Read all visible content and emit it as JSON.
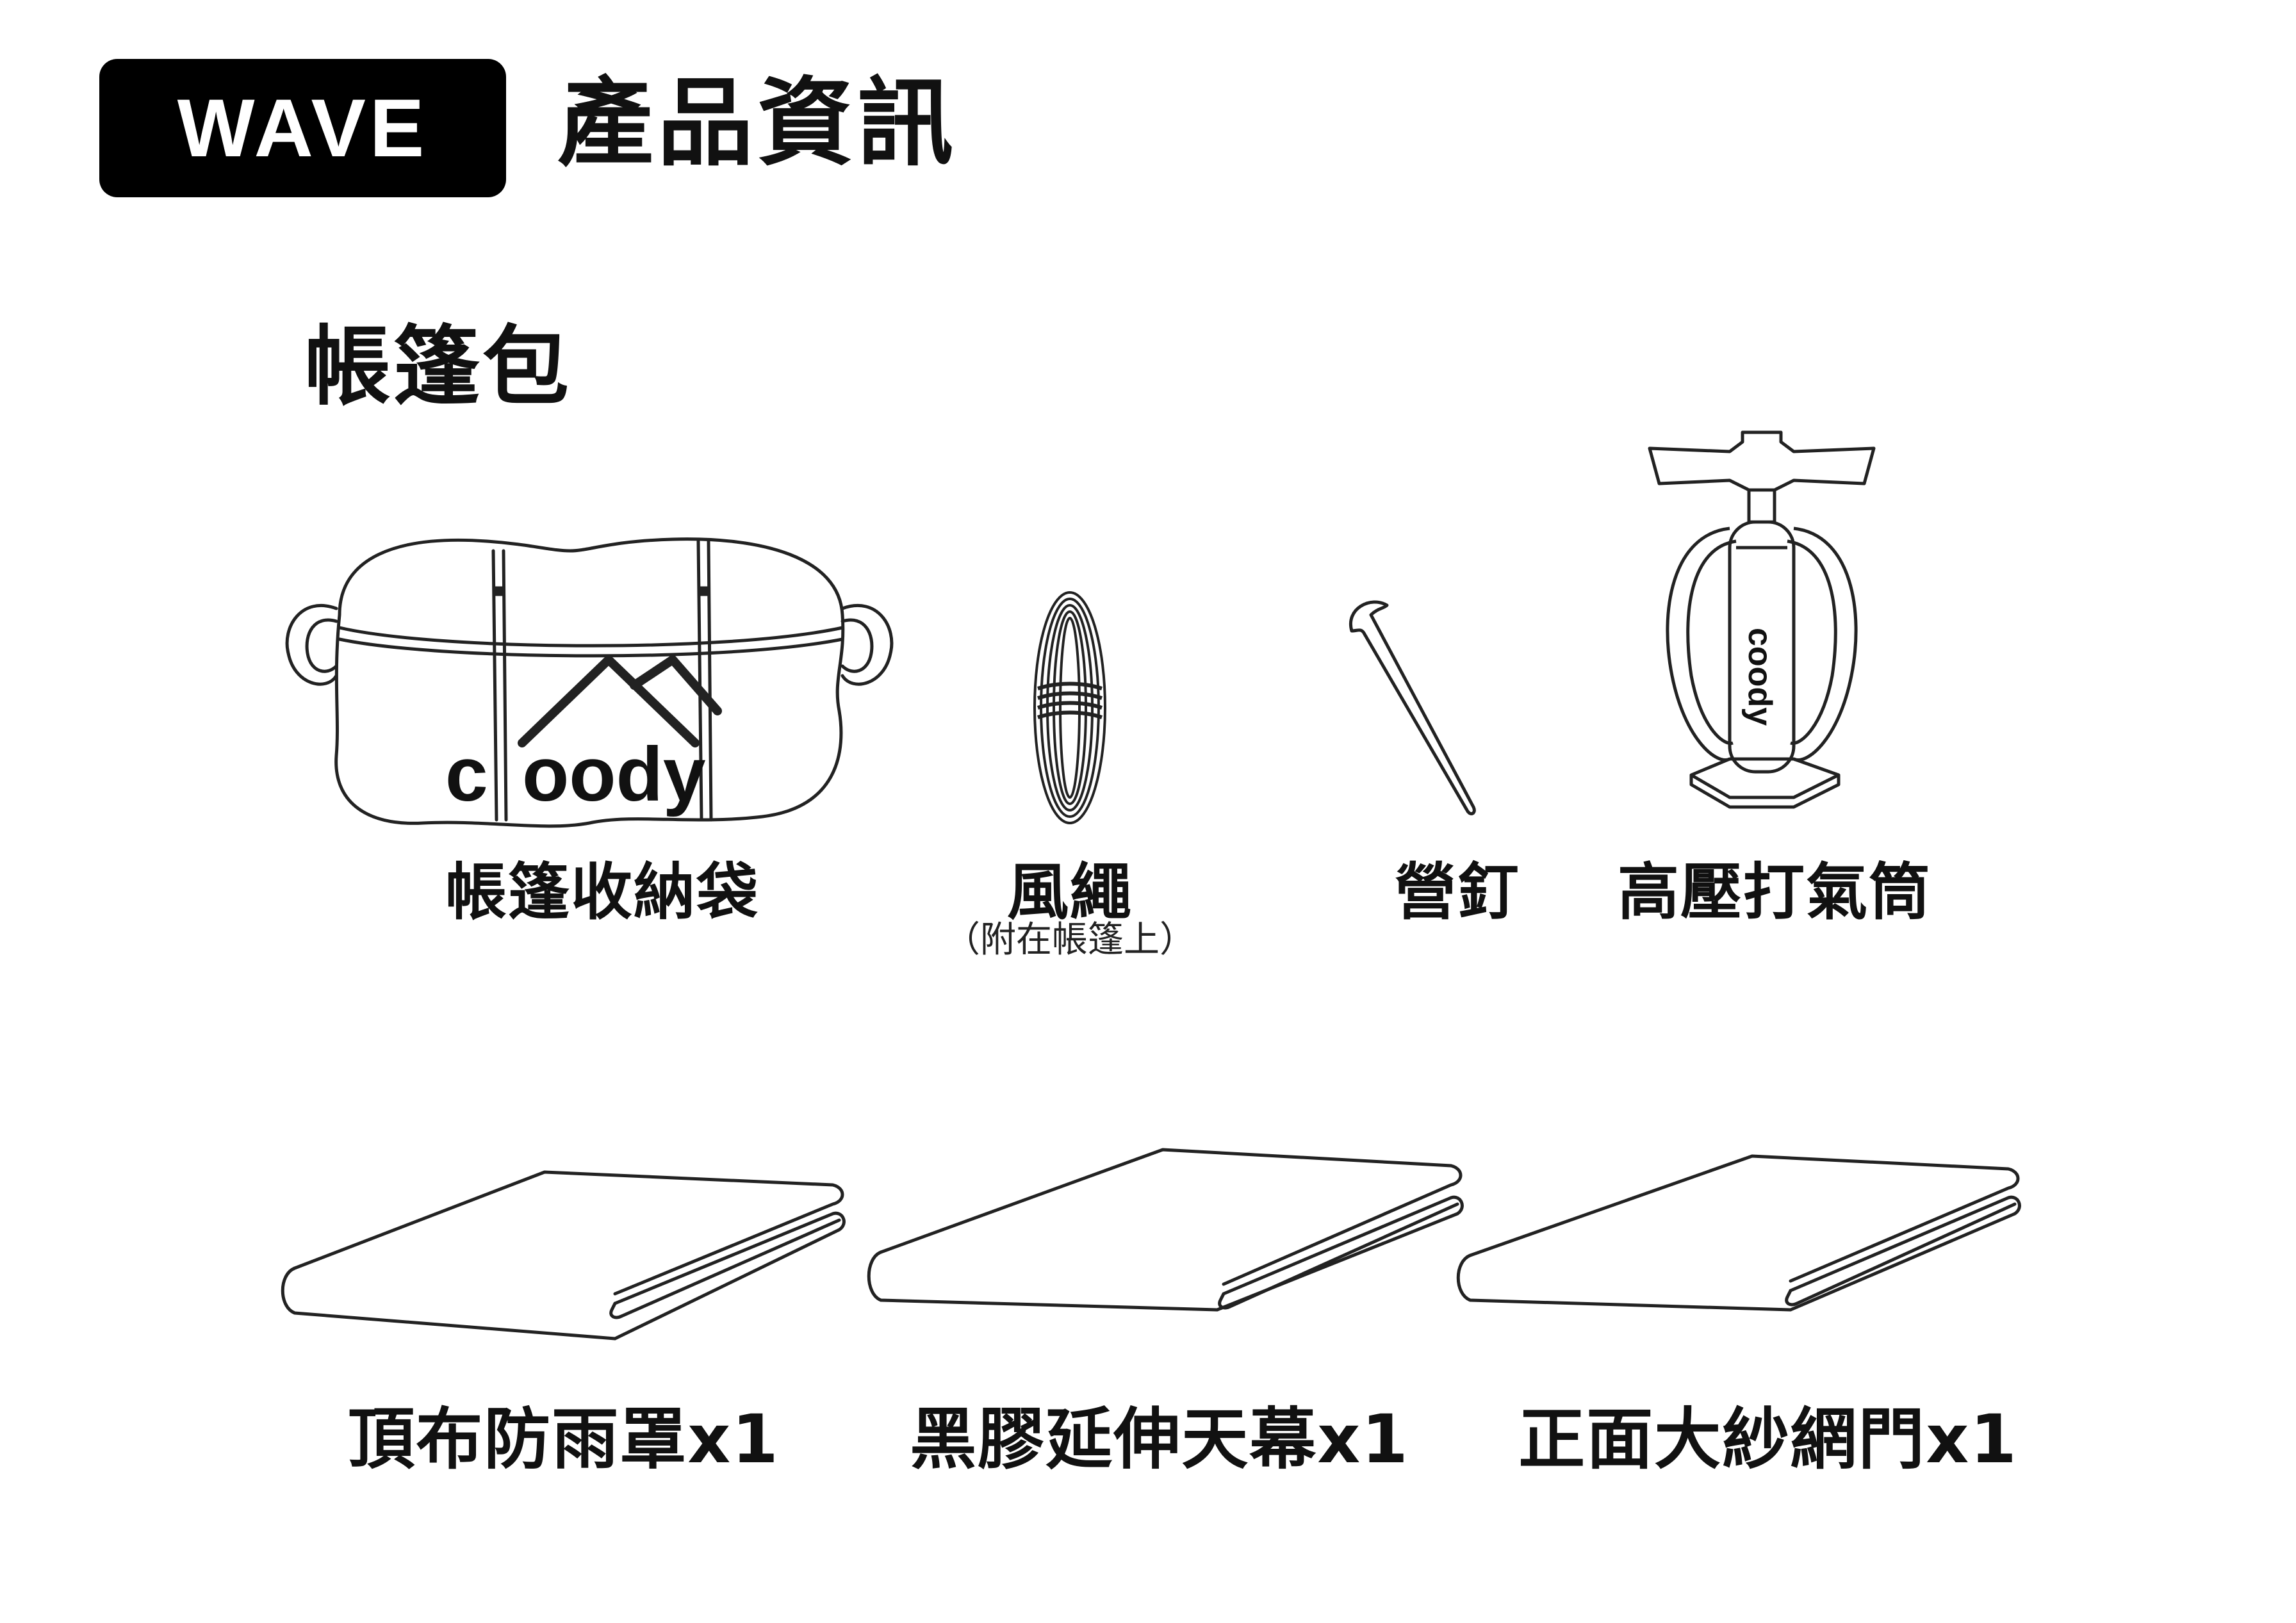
{
  "header": {
    "badge": "WAVE",
    "title": "產品資訊"
  },
  "section": {
    "title": "帳篷包"
  },
  "accessories": [
    {
      "label": "帳篷收納袋",
      "icon": "storage-bag-icon",
      "brand": "coody"
    },
    {
      "label": "風繩",
      "sublabel": "（附在帳篷上）",
      "icon": "guy-rope-icon"
    },
    {
      "label": "營釘",
      "icon": "tent-stake-icon"
    },
    {
      "label": "高壓打氣筒",
      "icon": "air-pump-icon",
      "brand": "coody"
    }
  ],
  "fabrics": [
    {
      "label": "頂布防雨罩x1",
      "icon": "folded-fabric-icon"
    },
    {
      "label": "黑膠延伸天幕x1",
      "icon": "folded-fabric-icon"
    },
    {
      "label": "正面大紗網門x1",
      "icon": "folded-fabric-icon"
    }
  ],
  "colors": {
    "badge_bg": "#000000",
    "badge_text": "#ffffff",
    "text": "#111111",
    "line": "#222222"
  }
}
